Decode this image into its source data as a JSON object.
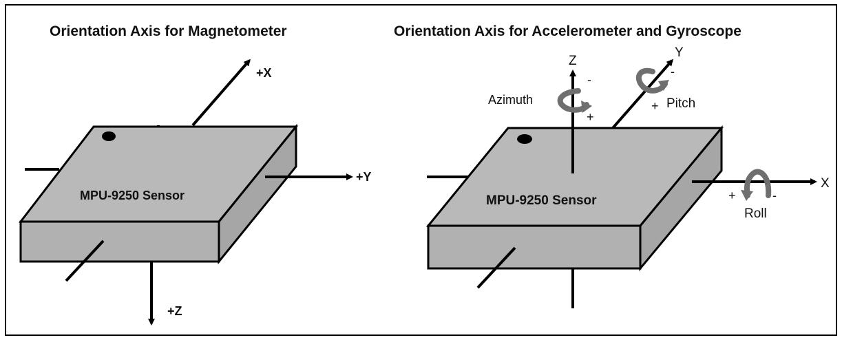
{
  "colors": {
    "frame": "#000000",
    "box_top": "#b9b9b9",
    "box_side": "#a8a8a8",
    "rotation_arrow": "#6f6f6f",
    "text": "#111111"
  },
  "left_panel": {
    "title": "Orientation Axis for Magnetometer",
    "sensor_label": "MPU-9250 Sensor",
    "axes": {
      "x": "+X",
      "y": "+Y",
      "z": "+Z"
    }
  },
  "right_panel": {
    "title": "Orientation Axis for Accelerometer and Gyroscope",
    "sensor_label": "MPU-9250 Sensor",
    "axes": {
      "x": "X",
      "y": "Y",
      "z": "Z"
    },
    "rotations": {
      "azimuth": {
        "label": "Azimuth",
        "minus": "-",
        "plus": "+"
      },
      "pitch": {
        "label": "Pitch",
        "minus": "-",
        "plus": "+"
      },
      "roll": {
        "label": "Roll",
        "minus": "-",
        "plus": "+"
      }
    }
  }
}
